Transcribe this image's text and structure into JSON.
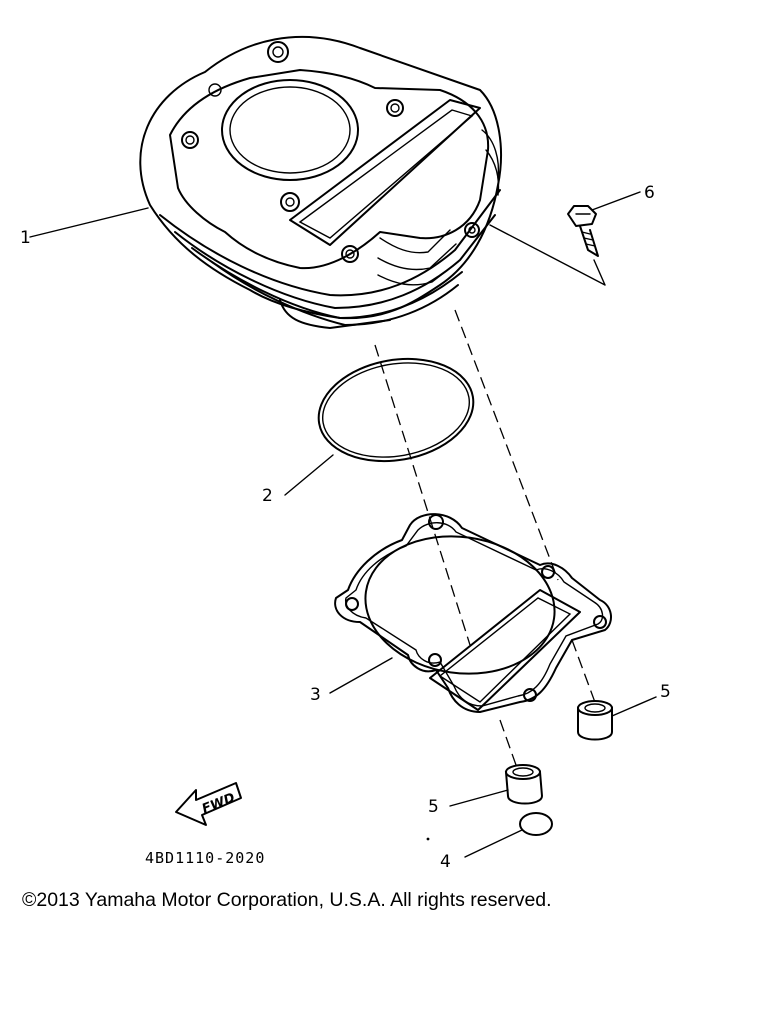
{
  "parts": [
    {
      "ref": "1"
    },
    {
      "ref": "2"
    },
    {
      "ref": "3"
    },
    {
      "ref": "4"
    },
    {
      "ref": "5"
    },
    {
      "ref": "5"
    },
    {
      "ref": "6"
    }
  ],
  "fwd_label": "FWD",
  "diagram_code": "4BD1110-2020",
  "copyright": "©2013 Yamaha Motor Corporation, U.S.A. All rights reserved."
}
